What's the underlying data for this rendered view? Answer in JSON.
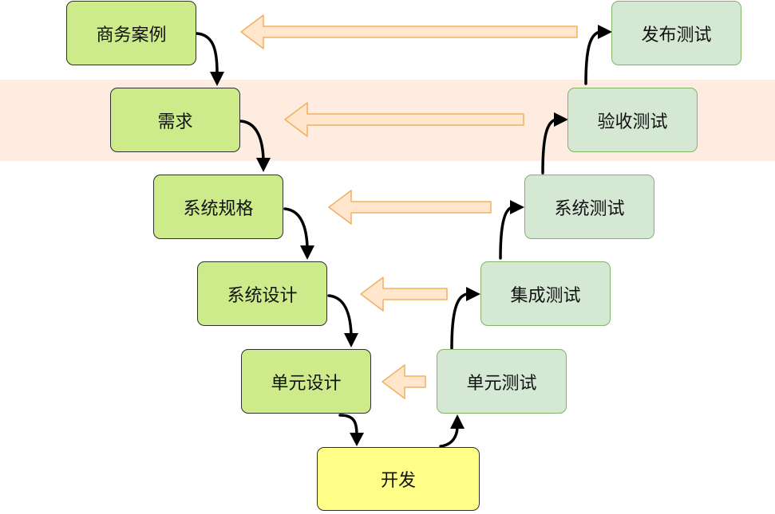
{
  "diagram": {
    "left_steps": [
      "商务案例",
      "需求",
      "系统规格",
      "系统设计",
      "单元设计"
    ],
    "bottom_step": "开发",
    "right_steps": [
      "单元测试",
      "集成测试",
      "系统测试",
      "验收测试",
      "发布测试"
    ],
    "colors": {
      "left_fill": "#cdeb8b",
      "right_fill": "#d5e8d4",
      "right_border": "#82b366",
      "bottom_fill": "#ffff88",
      "band_fill": "#fde9d9",
      "feedback_arrow_fill": "#ffe6cc",
      "feedback_arrow_stroke": "#f0b060",
      "flow_arrow": "#000000"
    }
  }
}
